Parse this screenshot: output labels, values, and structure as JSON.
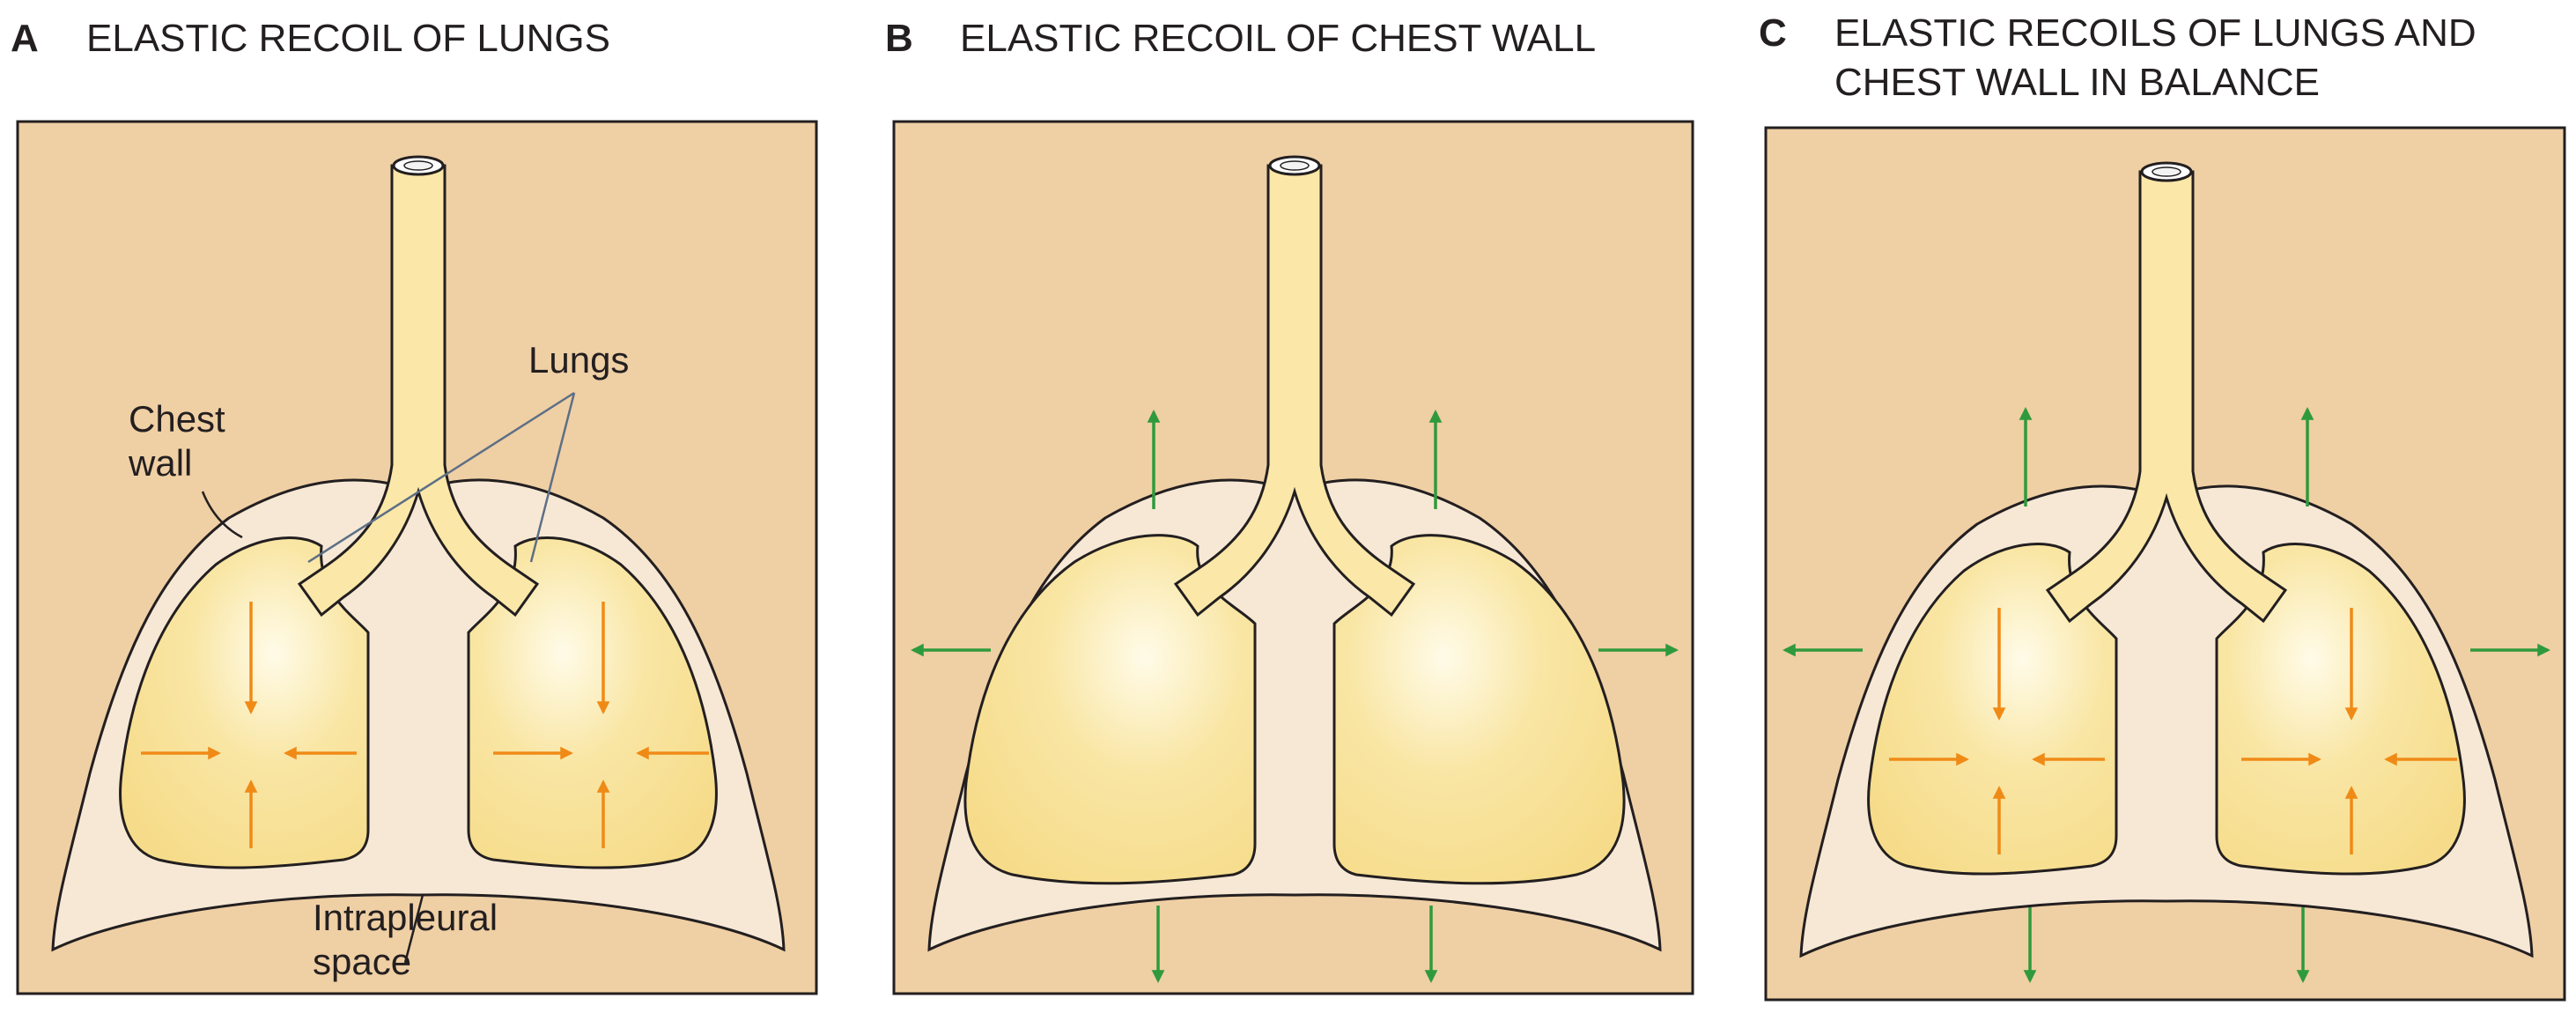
{
  "panels": [
    {
      "letter": "A",
      "title_lines": [
        "ELASTIC RECOIL OF LUNGS"
      ]
    },
    {
      "letter": "B",
      "title_lines": [
        "ELASTIC RECOIL OF CHEST WALL"
      ]
    },
    {
      "letter": "C",
      "title_lines": [
        "ELASTIC RECOILS OF LUNGS AND",
        "CHEST WALL IN BALANCE"
      ]
    }
  ],
  "labels": {
    "lungs": "Lungs",
    "chest_wall_line1": "Chest",
    "chest_wall_line2": "wall",
    "intrapleural_line1": "Intrapleural",
    "intrapleural_line2": "space"
  },
  "colors": {
    "background_box": "#efcfa4",
    "box_border": "#231f20",
    "chest_wall_fill": "#f7e8d6",
    "lung_fill": "#f6dc8a",
    "lung_highlight": "#fffbe8",
    "trachea_fill": "#fbe7a8",
    "outline": "#231f20",
    "lung_recoil_arrow": "#f08a17",
    "chest_recoil_arrow": "#2f9a3c",
    "leader_line": "#5d6f85"
  }
}
